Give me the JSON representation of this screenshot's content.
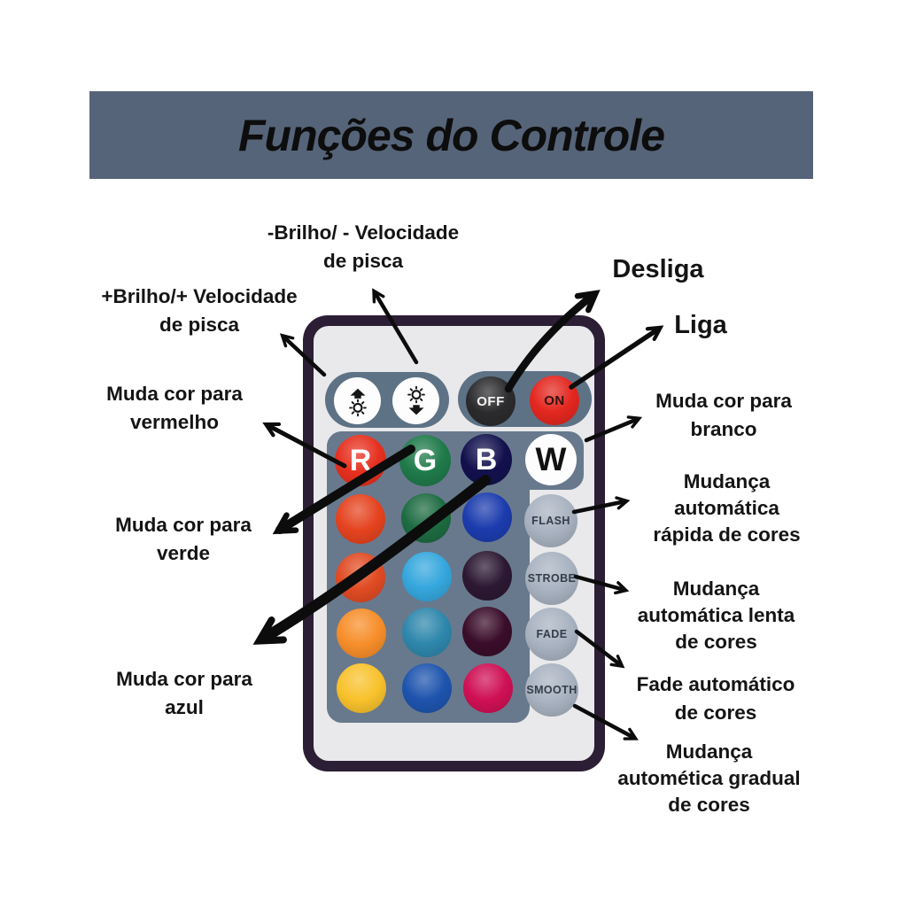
{
  "title": "Funções do Controle",
  "colors": {
    "banner_bg": "#566479",
    "remote_border": "#2c1e35",
    "remote_body": "#e9e9eb",
    "panel_bg": "#68798d",
    "pill_bg": "#5e7286",
    "fn_button_bg": "#a8b2c0",
    "arrow": "#0c0c0c",
    "label_text": "#141414"
  },
  "annotations": {
    "minus_brilho": {
      "lines": [
        "-Brilho/ - Velocidade",
        "de pisca"
      ]
    },
    "plus_brilho": {
      "lines": [
        "+Brilho/+ Velocidade",
        "de pisca"
      ]
    },
    "desliga": {
      "lines": [
        "Desliga"
      ]
    },
    "liga": {
      "lines": [
        "Liga"
      ]
    },
    "vermelho": {
      "lines": [
        "Muda cor para",
        "vermelho"
      ]
    },
    "verde": {
      "lines": [
        "Muda cor para",
        "verde"
      ]
    },
    "azul": {
      "lines": [
        "Muda cor para",
        "azul"
      ]
    },
    "branco": {
      "lines": [
        "Muda cor para",
        "branco"
      ]
    },
    "rapida": {
      "lines": [
        "Mudança",
        "automática",
        "rápida de cores"
      ]
    },
    "lenta": {
      "lines": [
        "Mudança",
        "automática lenta",
        "de cores"
      ]
    },
    "fade": {
      "lines": [
        "Fade automático",
        "de cores"
      ]
    },
    "gradual": {
      "lines": [
        "Mudança",
        "automética gradual",
        "de cores"
      ]
    }
  },
  "remote": {
    "brightness_up": {
      "icon": "brightness-up-icon"
    },
    "brightness_down": {
      "icon": "brightness-down-icon"
    },
    "off": {
      "label": "OFF",
      "bg": "#2b2b2d",
      "fg": "#f4f4f4"
    },
    "on": {
      "label": "ON",
      "bg": "#e3271f",
      "fg": "#33110f"
    },
    "rgbw": [
      {
        "label": "R",
        "bg": "#e6301f",
        "fg": "#ffffff"
      },
      {
        "label": "G",
        "bg": "#1f7a4a",
        "fg": "#ffffff"
      },
      {
        "label": "B",
        "bg": "#12114e",
        "fg": "#ffffff"
      },
      {
        "label": "W",
        "bg": "#fdfdfd",
        "fg": "#111111"
      }
    ],
    "grid": [
      [
        "#e5431f",
        "#1d6b41",
        "#1c3cae"
      ],
      [
        "#e04b23",
        "#35a7dd",
        "#2c1832"
      ],
      [
        "#f78e2a",
        "#2e87ac",
        "#3a0d2a"
      ],
      [
        "#f8c22c",
        "#1e54ae",
        "#cf1054"
      ]
    ],
    "fn_buttons": [
      {
        "label": "FLASH"
      },
      {
        "label": "STROBE"
      },
      {
        "label": "FADE"
      },
      {
        "label": "SMOOTH"
      }
    ]
  }
}
